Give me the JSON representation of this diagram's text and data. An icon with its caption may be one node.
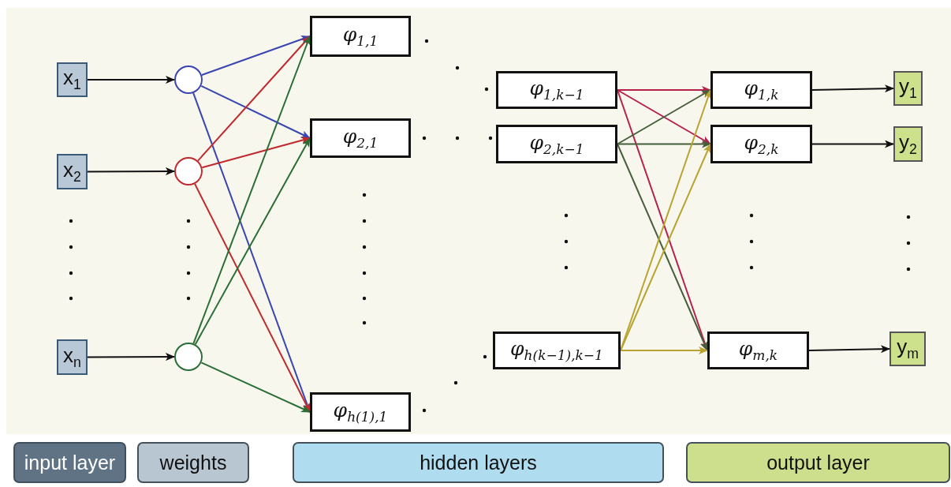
{
  "diagram": {
    "nodes": [
      {
        "text": [
          "x$_{1}$"
        ]
      },
      {
        "text": [
          "x$_{2}$"
        ]
      },
      {
        "text": [
          "x$_{n}$"
        ]
      },
      {
        "text": [],
        "shape": "circle"
      },
      {
        "text": [],
        "shape": "circle"
      },
      {
        "text": [],
        "shape": "circle"
      },
      {
        "text": [
          "φ$_{1,1}$"
        ]
      },
      {
        "text": [
          "φ$_{2,1}$"
        ]
      },
      {
        "text": [
          "φ$_{h(1),1}$"
        ]
      },
      {
        "text": [
          "φ$_{1,k−1}$"
        ]
      },
      {
        "text": [
          "φ$_{2,k−1}$"
        ]
      },
      {
        "text": [
          "φ$_{h(k−1),k−1}$"
        ]
      },
      {
        "text": [
          "φ$_{1,k}$"
        ]
      },
      {
        "text": [
          "φ$_{2,k}$"
        ]
      },
      {
        "text": [
          "φ$_{m,k}$"
        ]
      },
      {
        "text": [
          "y$_{1}$"
        ]
      },
      {
        "text": [
          "y$_{2}$"
        ]
      },
      {
        "text": [
          "y$_{m}$"
        ]
      }
    ],
    "edges": [
      {
        "from": 0,
        "to": 3,
        "arrow": "to"
      },
      {
        "from": 1,
        "to": 4,
        "arrow": "to"
      },
      {
        "from": 2,
        "to": 5,
        "arrow": "to"
      },
      {
        "from": 3,
        "to": 6,
        "arrow": "to",
        "color": "#3a46b0"
      },
      {
        "from": 3,
        "to": 7,
        "arrow": "to",
        "color": "#3a46b0"
      },
      {
        "from": 3,
        "to": 8,
        "arrow": "to",
        "color": "#3a46b0"
      },
      {
        "from": 4,
        "to": 6,
        "arrow": "to",
        "color": "#c02a2e"
      },
      {
        "from": 4,
        "to": 7,
        "arrow": "to",
        "color": "#c02a2e"
      },
      {
        "from": 4,
        "to": 8,
        "arrow": "to",
        "color": "#c02a2e"
      },
      {
        "from": 5,
        "to": 6,
        "arrow": "to",
        "color": "#2a6e36"
      },
      {
        "from": 5,
        "to": 7,
        "arrow": "to",
        "color": "#2a6e36"
      },
      {
        "from": 5,
        "to": 8,
        "arrow": "to",
        "color": "#2a6e36"
      },
      {
        "from": 9,
        "to": 12,
        "arrow": "to",
        "color": "#b5204d"
      },
      {
        "from": 9,
        "to": 13,
        "arrow": "to",
        "color": "#b5204d"
      },
      {
        "from": 9,
        "to": 14,
        "arrow": "to",
        "color": "#b5204d"
      },
      {
        "from": 10,
        "to": 12,
        "arrow": "to",
        "color": "#475e3a"
      },
      {
        "from": 10,
        "to": 13,
        "arrow": "to",
        "color": "#475e3a"
      },
      {
        "from": 10,
        "to": 14,
        "arrow": "to",
        "color": "#475e3a"
      },
      {
        "from": 11,
        "to": 12,
        "arrow": "to",
        "color": "#b9a330"
      },
      {
        "from": 11,
        "to": 13,
        "arrow": "to",
        "color": "#b9a330"
      },
      {
        "from": 11,
        "to": 14,
        "arrow": "to",
        "color": "#b9a330"
      },
      {
        "from": 12,
        "to": 15,
        "arrow": "to"
      },
      {
        "from": 13,
        "to": 16,
        "arrow": "to"
      },
      {
        "from": 14,
        "to": 17,
        "arrow": "to"
      }
    ],
    "legend": [
      {
        "text": "input layer",
        "color": "#5f7385"
      },
      {
        "text": "weights",
        "color": "#b8c6d2"
      },
      {
        "text": "hidden layers",
        "color": "#b0dcef"
      },
      {
        "text": "output layer",
        "color": "#cddf8c"
      }
    ]
  }
}
